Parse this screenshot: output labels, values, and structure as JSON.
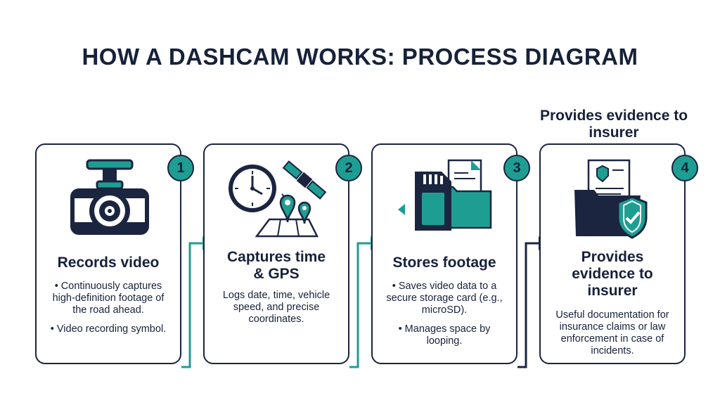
{
  "title": "HOW A DASHCAM WORKS: PROCESS DIAGRAM",
  "side_note": "Provides evidence to insurer",
  "colors": {
    "navy": "#16213a",
    "teal": "#1e9e93",
    "white": "#ffffff"
  },
  "steps": [
    {
      "number": "1",
      "title": "Records video",
      "bullets": [
        "• Continuously captures high-definition footage of the road ahead.",
        "• Video recording symbol."
      ],
      "icon": "dashcam-icon"
    },
    {
      "number": "2",
      "title": "Captures time & GPS",
      "body": "Logs date, time, vehicle speed, and precise coordinates.",
      "icon": "clock-satellite-map-icon"
    },
    {
      "number": "3",
      "title": "Stores footage",
      "bullets": [
        "• Saves video data to a secure storage card (e.g., microSD).",
        "• Manages space by looping."
      ],
      "icon": "sd-card-folder-icon"
    },
    {
      "number": "4",
      "title": "Provides evidence to insurer",
      "body": "Useful documentation for insurance claims or law enforcement in case of incidents.",
      "icon": "evidence-folder-shield-icon"
    }
  ]
}
